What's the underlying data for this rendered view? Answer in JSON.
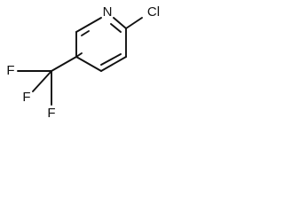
{
  "molecule": {
    "atoms": {
      "n": "N",
      "cl": "Cl",
      "f_left": "F",
      "f_bottom_left": "F",
      "f_bottom": "F"
    }
  },
  "colors": {
    "bond": "#111111",
    "label": "#111111",
    "background": "#ffffff"
  }
}
